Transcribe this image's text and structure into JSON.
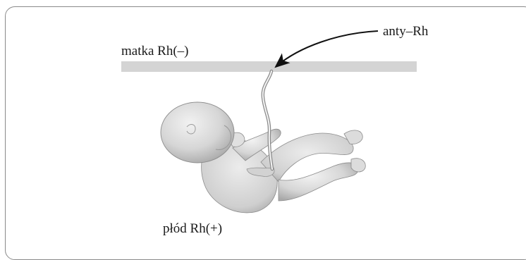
{
  "labels": {
    "mother": "matka Rh(–)",
    "antibody": "anty–Rh",
    "fetus": "płód Rh(+)"
  },
  "colors": {
    "membrane": "#d4d4d4",
    "arrow": "#111111",
    "frame": "#8a8a8a",
    "fetus_fill": "#d9d9d9",
    "fetus_stroke": "#8c8c8c"
  },
  "icons": {
    "fetus": "fetus-illustration",
    "umbilical_cord": "umbilical-cord",
    "arrow": "curved-arrow"
  }
}
